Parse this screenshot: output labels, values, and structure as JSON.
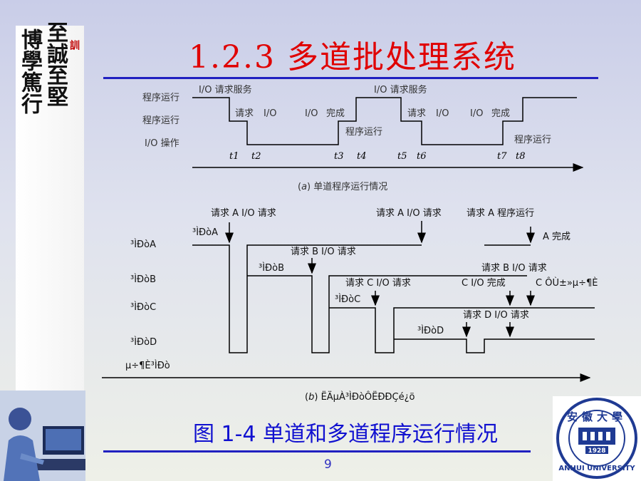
{
  "title": "1.2.3 多道批处理系统",
  "caption": "图 1-4 单道和多道程序运行情况",
  "page_number": "9",
  "sidebar": {
    "motto_col1": "至誠至堅",
    "motto_col2": "博學篤行",
    "seal_small": "訓"
  },
  "logo": {
    "year": "1928",
    "name": "ANHUI UNIVERSITY",
    "chinese": "安徽大學"
  },
  "diagram_a": {
    "row_labels": [
      "程序运行",
      "程序运行",
      "I/O 操作"
    ],
    "top_labels": [
      "I/O 请求服务",
      "I/O 请求服务"
    ],
    "mid_labels": [
      "请求",
      "I/O",
      "I/O",
      "完成",
      "请求",
      "I/O",
      "I/O",
      "完成"
    ],
    "bottom_labels": [
      "程序运行",
      "程序运行"
    ],
    "time_ticks": [
      "t1",
      "t2",
      "t3",
      "t4",
      "t5",
      "t6",
      "t7",
      "t8"
    ],
    "caption_letter": "a",
    "caption_text": "单道程序运行情况"
  },
  "diagram_b": {
    "program_labels": [
      "³ÌÐòA",
      "³ÌÐòB",
      "³ÌÐòC",
      "³ÌÐòD",
      "µ÷¶È³ÌÐò"
    ],
    "start_labels": [
      "³ÌÐòA",
      "³ÌÐòB",
      "³ÌÐòC",
      "³ÌÐòD"
    ],
    "event_labels": {
      "a_io_req": "请求 A I/O 请求",
      "a_io_req2": "请求 A I/O 请求",
      "a_done_req": "请求 A 程序运行",
      "a_finish": "A 完成",
      "b_io": "请求 B I/O 请求",
      "c_io": "请求 C I/O 请求",
      "b_io2": "请求 B I/O 请求",
      "c_io_done": "C I/O 完成",
      "c_resume": "C ÔÙ±»µ÷¶È",
      "d_io": "请求 D I/O 请求"
    },
    "caption_letter": "b",
    "caption_text": "ËÄµÀ³ÌÐòÔËÐÐÇé¿ö"
  }
}
